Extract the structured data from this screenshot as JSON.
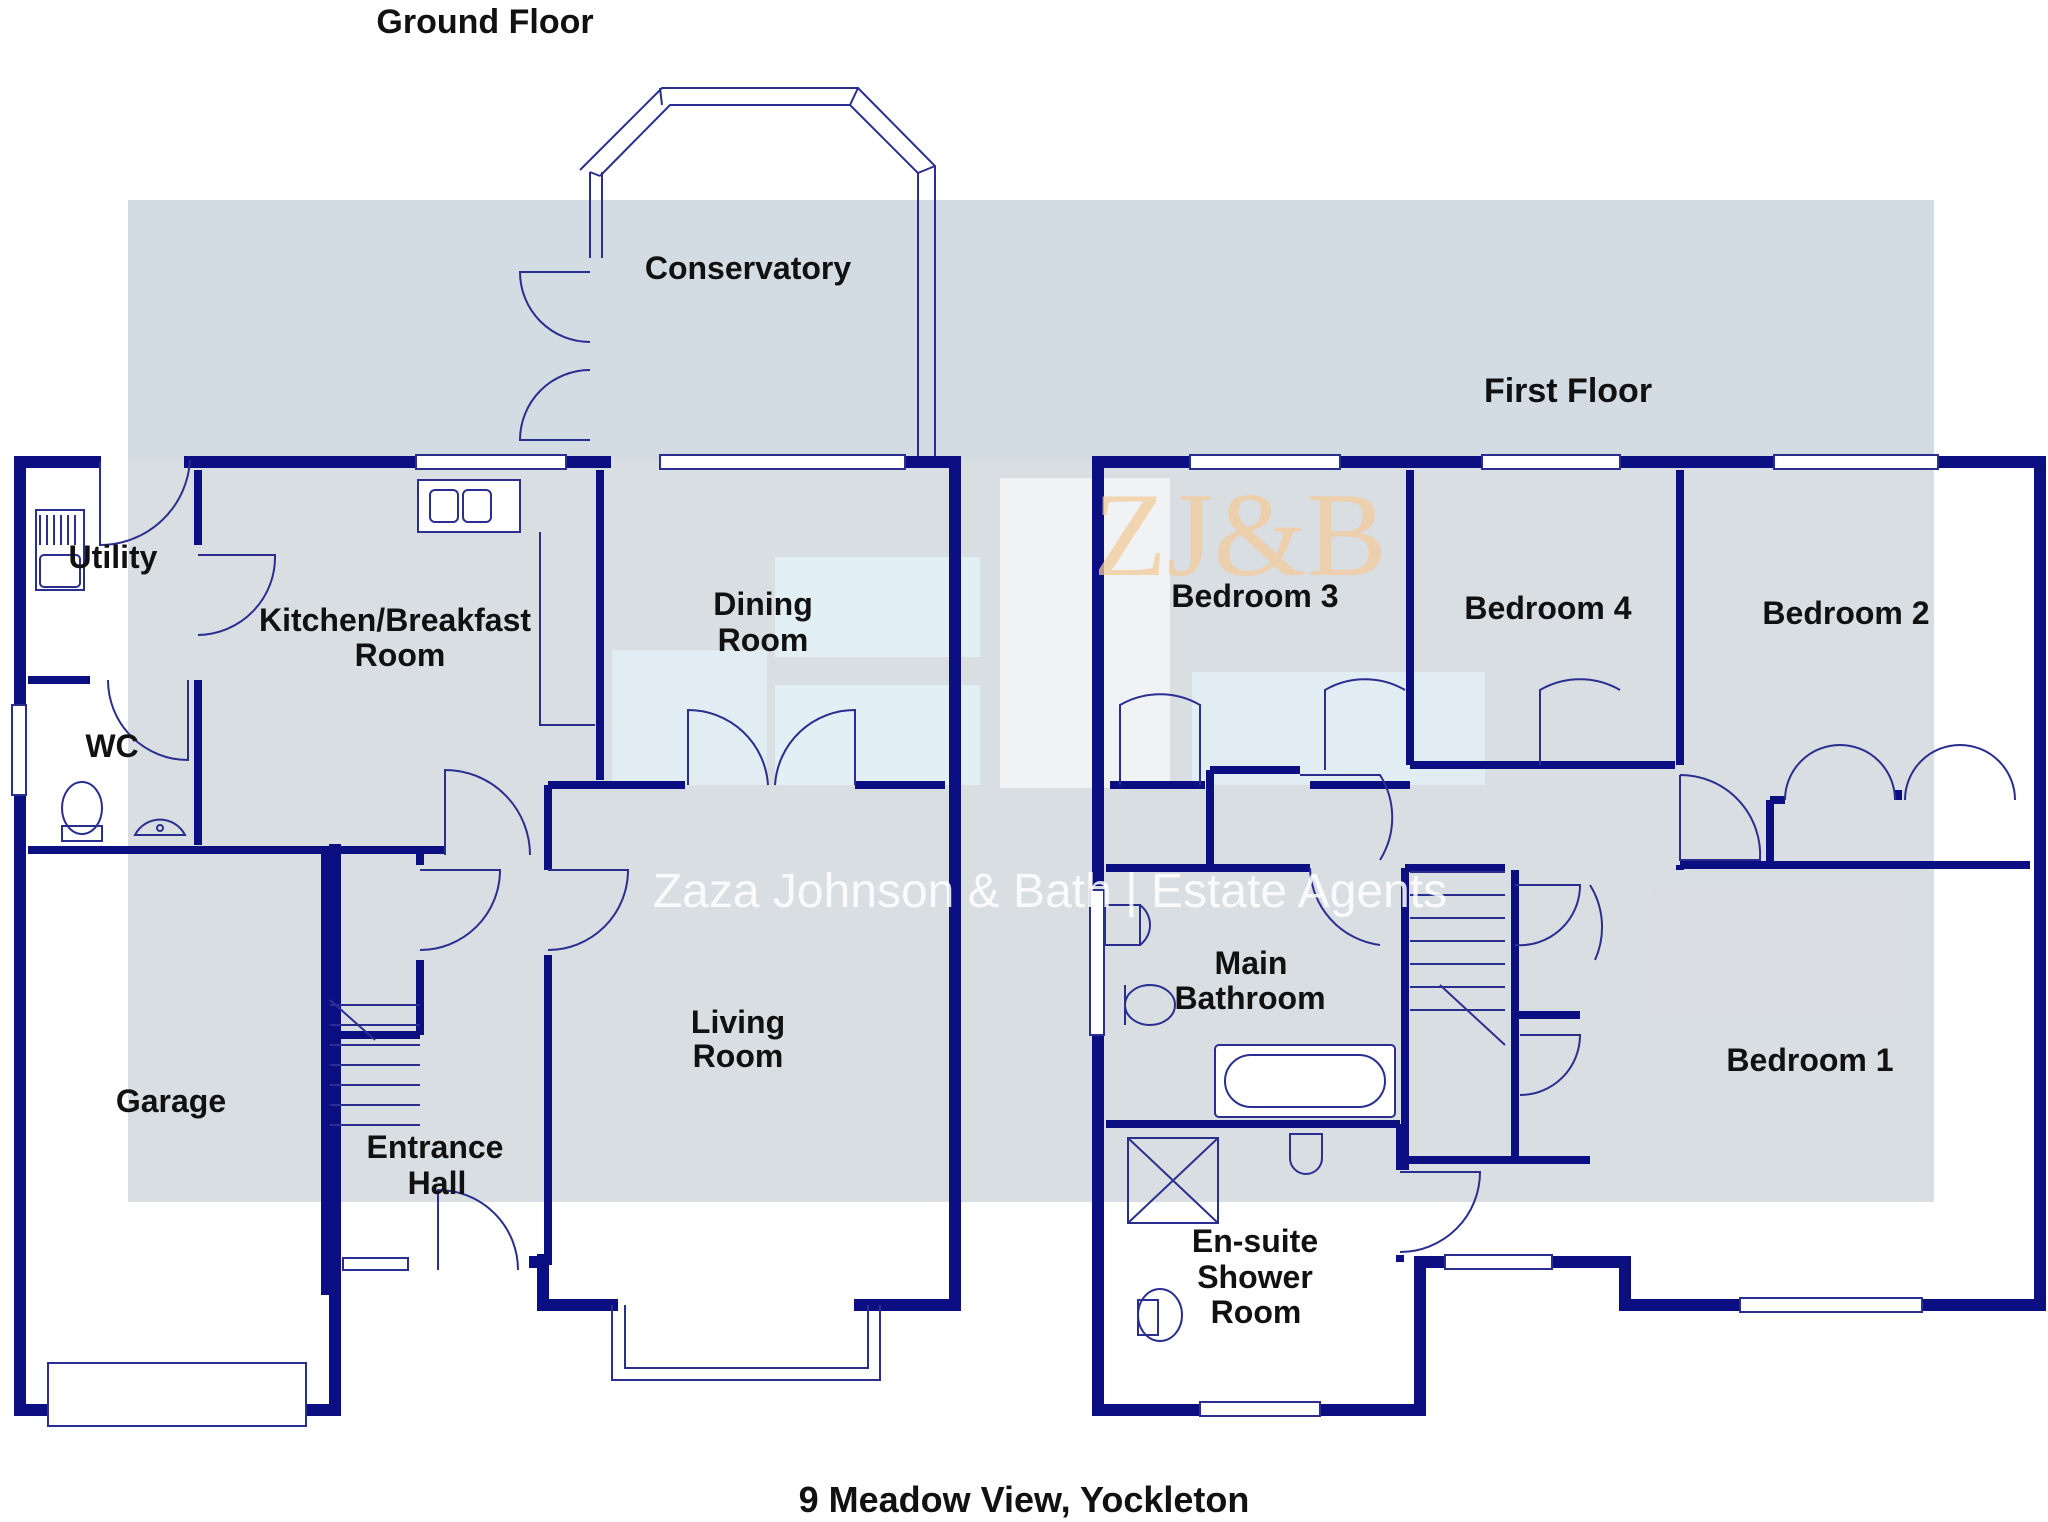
{
  "floors": {
    "ground": "Ground Floor",
    "first": "First Floor"
  },
  "ground_rooms": {
    "conservatory": "Conservatory",
    "utility": "Utility",
    "kitchen_line1": "Kitchen/Breakfast",
    "kitchen_line2": "Room",
    "dining_line1": "Dining",
    "dining_line2": "Room",
    "wc": "WC",
    "garage": "Garage",
    "living_line1": "Living",
    "living_line2": "Room",
    "entrance_line1": "Entrance",
    "entrance_line2": "Hall"
  },
  "first_rooms": {
    "bedroom3": "Bedroom 3",
    "bedroom4": "Bedroom 4",
    "bedroom2": "Bedroom 2",
    "bedroom1": "Bedroom 1",
    "bathroom_line1": "Main",
    "bathroom_line2": "Bathroom",
    "ensuite_line1": "En-suite",
    "ensuite_line2": "Shower",
    "ensuite_line3": "Room"
  },
  "watermark": {
    "logo": "ZJ&B",
    "agency": "Zaza Johnson & Bath | Estate Agents"
  },
  "address": "9 Meadow View, Yockleton",
  "colors": {
    "wall": "#0b0f82",
    "fixture": "#2a2f8f",
    "overlay": "#b9c2cc"
  }
}
